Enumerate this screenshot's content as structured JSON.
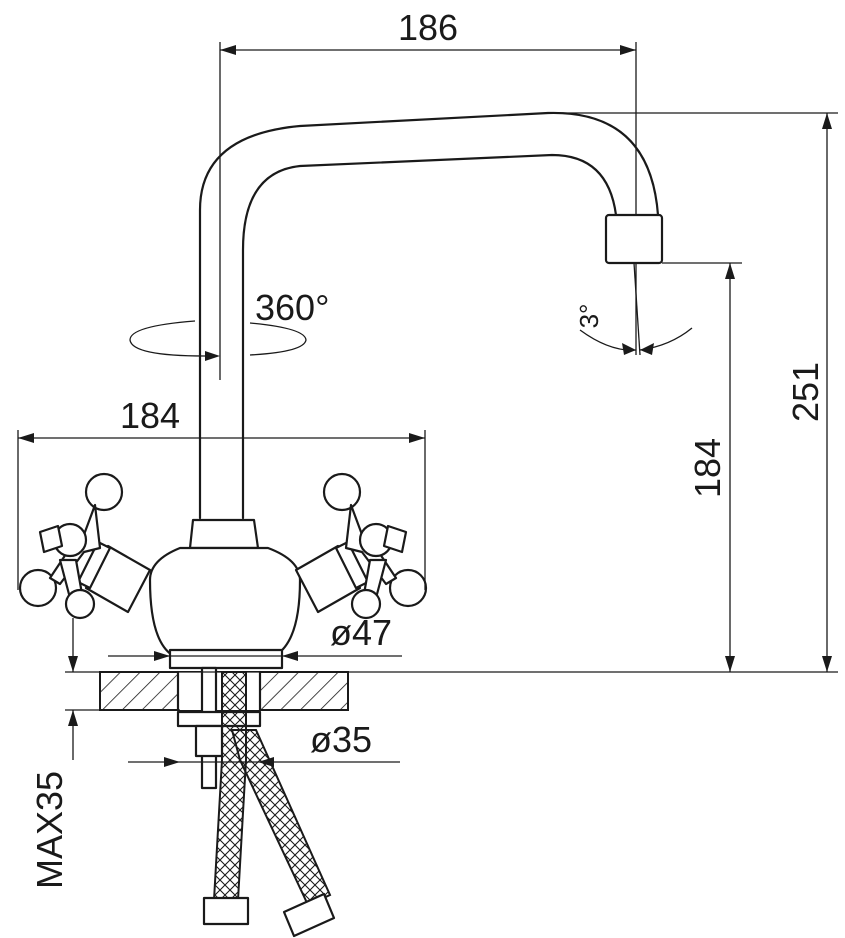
{
  "drawing": {
    "type": "faucet technical drawing",
    "dimensions": {
      "spout_reach": "186",
      "total_height": "251",
      "outlet_height": "184",
      "handle_span": "184",
      "base_diameter": "ø47",
      "shank_diameter": "ø35",
      "max_counter_thickness": "MAX35",
      "rotation": "360°",
      "tilt_angle": "3°"
    },
    "colors": {
      "line": "#1a1a1a",
      "background": "#ffffff"
    }
  }
}
